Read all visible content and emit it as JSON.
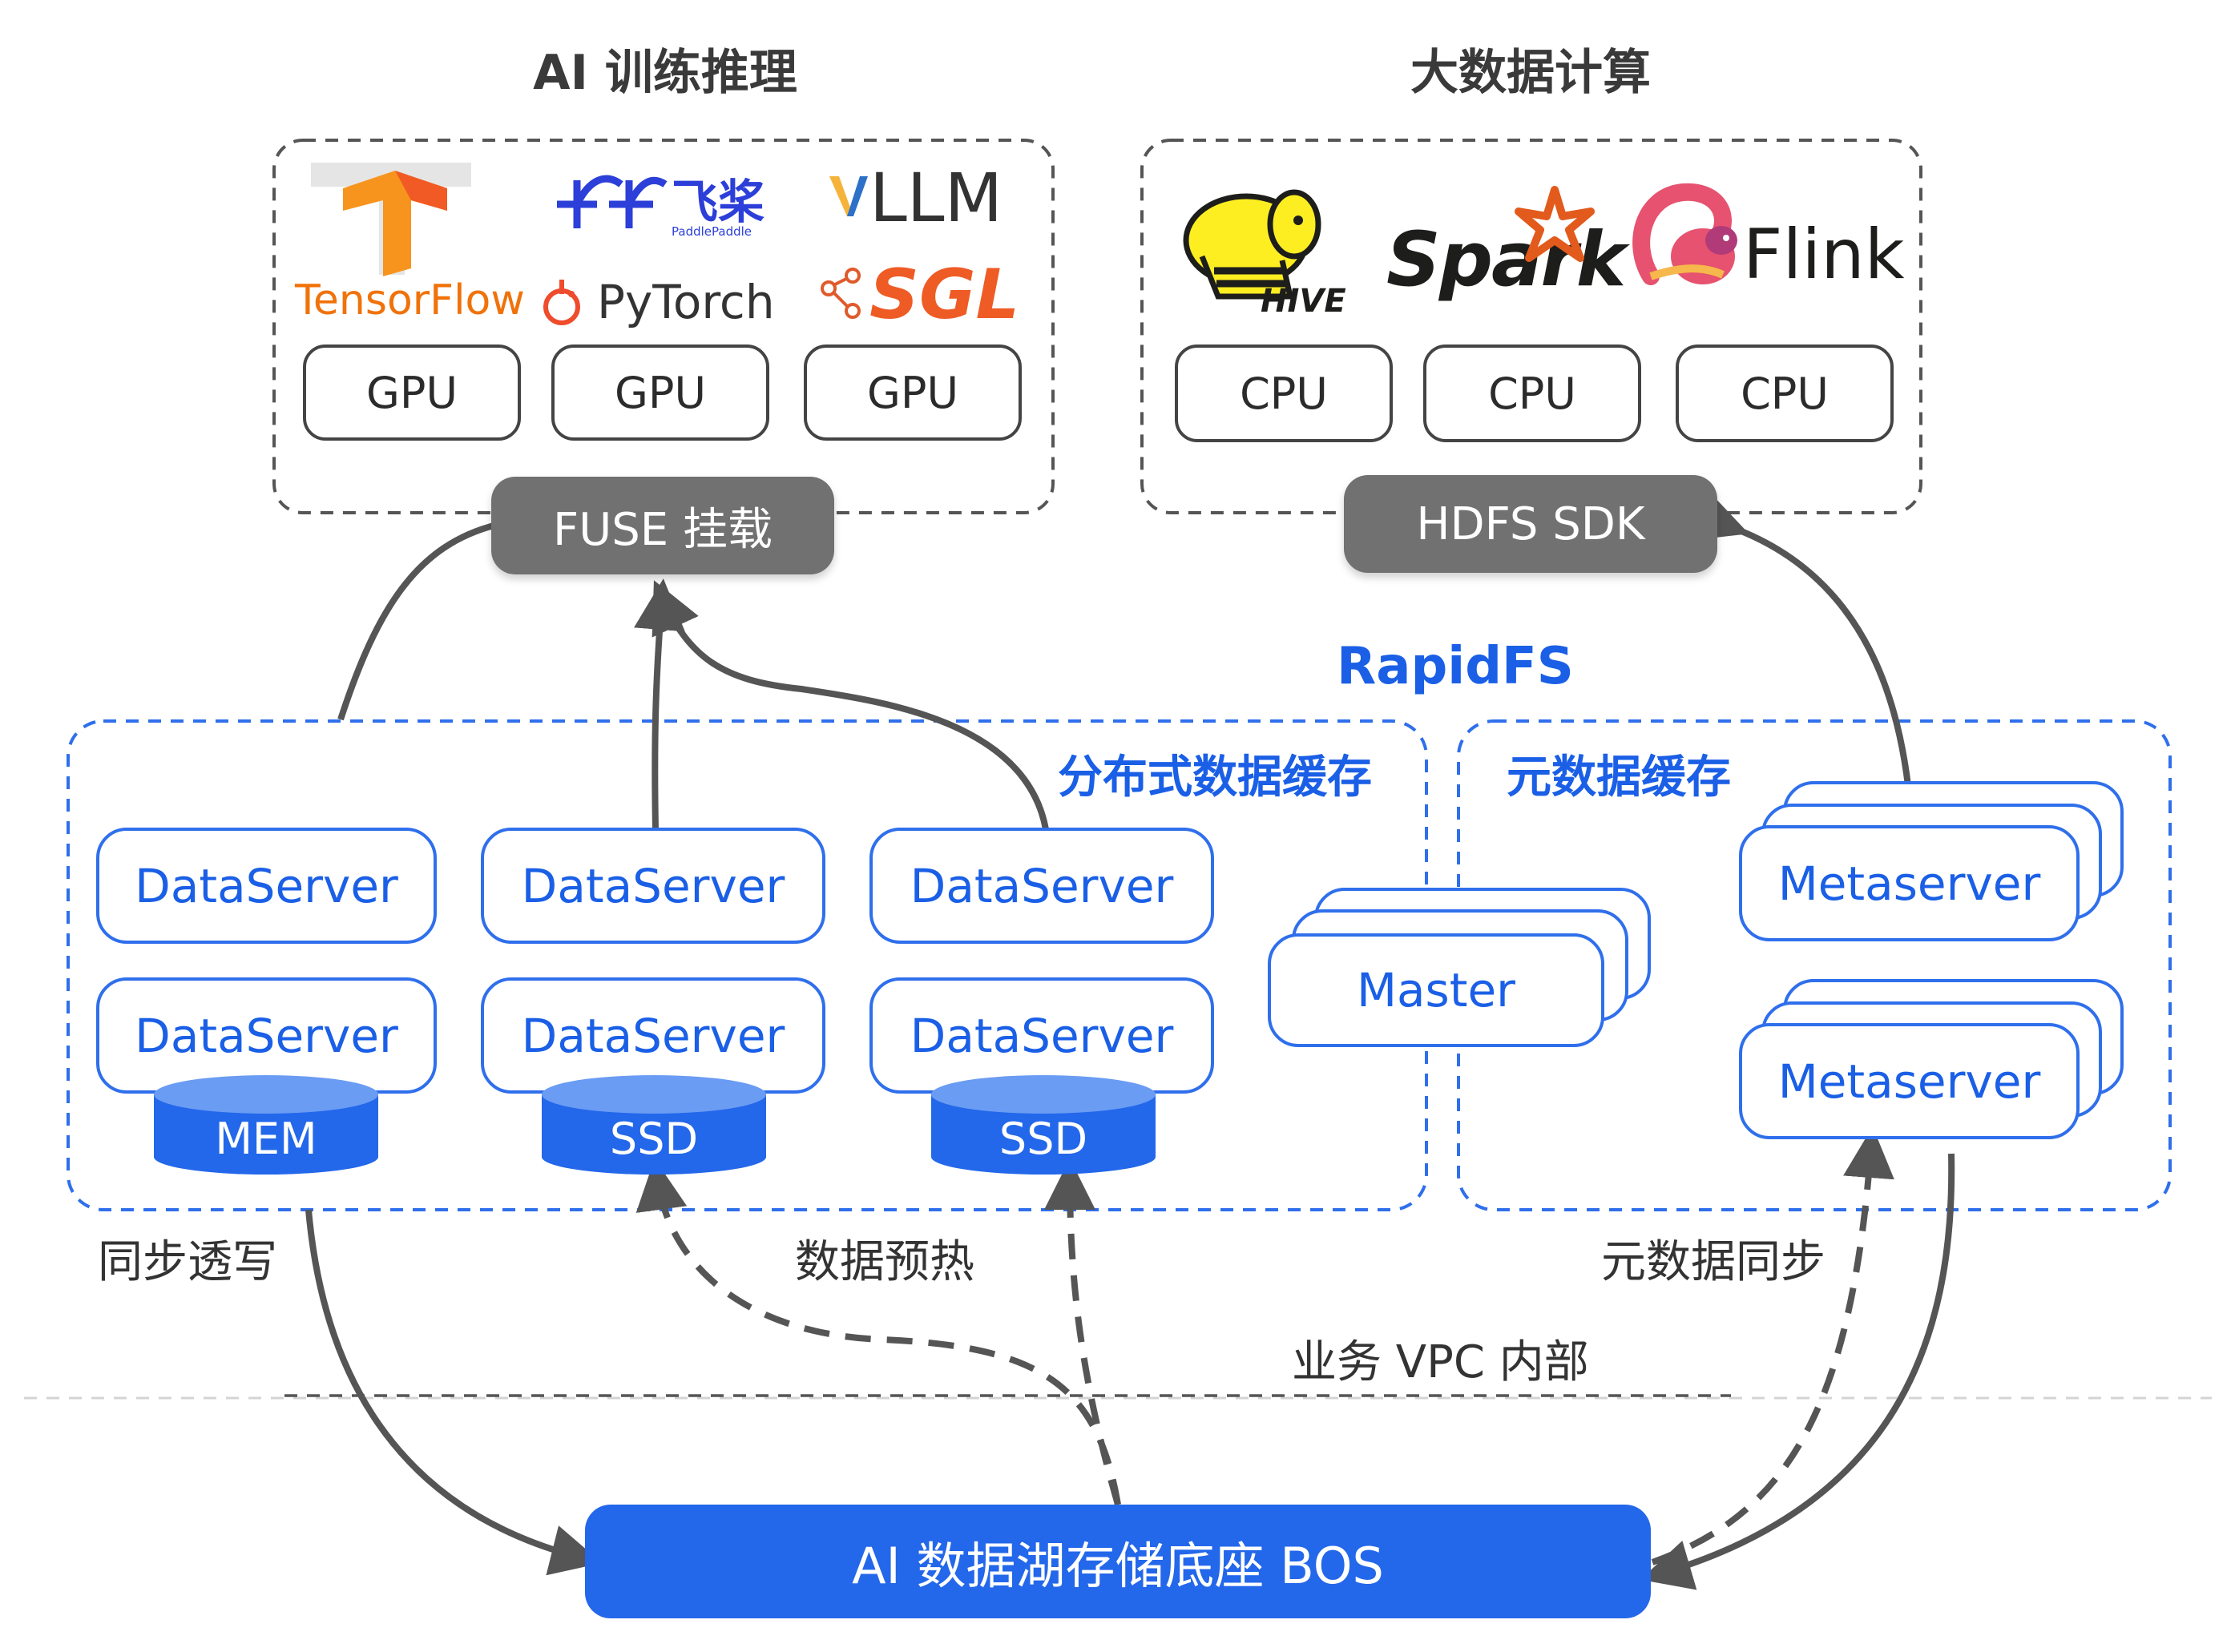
{
  "headings": {
    "ai": "AI 训练推理",
    "bigdata": "大数据计算"
  },
  "ai_logos": {
    "tensorflow": "TensorFlow",
    "paddle": "飞桨",
    "paddle_sub": "PaddlePaddle",
    "vllm": "LLM",
    "pytorch": "PyTorch",
    "sgl": "SGL"
  },
  "bigdata_logos": {
    "hive": "HIVE",
    "spark": "Spark",
    "flink": "Flink"
  },
  "gpu_chips": [
    "GPU",
    "GPU",
    "GPU"
  ],
  "cpu_chips": [
    "CPU",
    "CPU",
    "CPU"
  ],
  "fuse_label": "FUSE 挂载",
  "hdfs_label": "HDFS SDK",
  "rapidfs_title": "RapidFS",
  "dist_cache_title": "分布式数据缓存",
  "meta_cache_title": "元数据缓存",
  "dataservers": [
    "DataServer",
    "DataServer",
    "DataServer",
    "DataServer",
    "DataServer",
    "DataServer"
  ],
  "storage_media": [
    "MEM",
    "SSD",
    "SSD"
  ],
  "master_label": "Master",
  "metaservers": [
    "Metaserver",
    "Metaserver"
  ],
  "flow_labels": {
    "sync_write": "同步透写",
    "prewarm": "数据预热",
    "meta_sync": "元数据同步",
    "vpc": "业务 VPC 内部"
  },
  "bos_label": "AI 数据湖存储底座 BOS",
  "colors": {
    "accent_blue": "#2367ea",
    "border_blue": "#2f6fec",
    "gray_pill": "#717171",
    "arrow_gray": "#555555",
    "tensorflow_orange": "#f0720a",
    "spark_orange": "#e25a1c",
    "flink_pink": "#e6526f"
  }
}
